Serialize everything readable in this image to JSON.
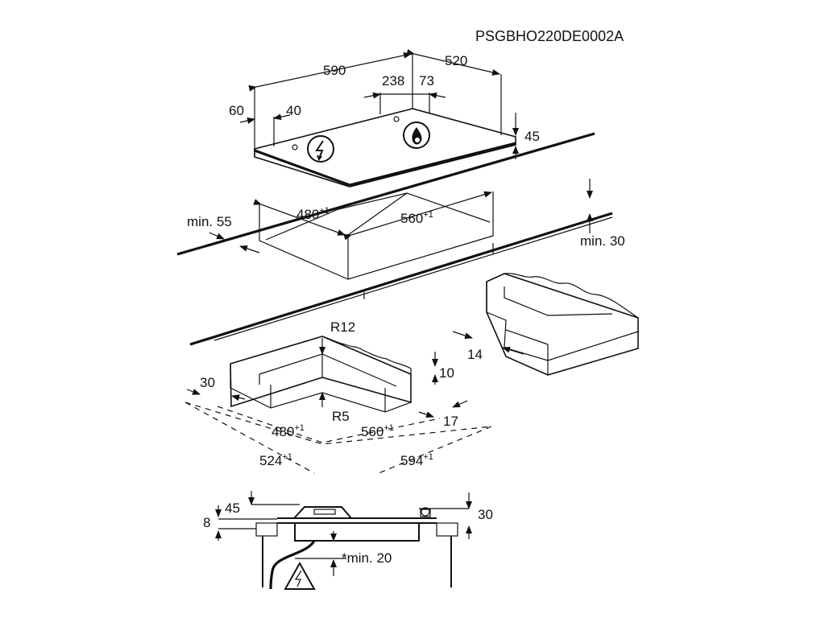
{
  "drawing_code": "PSGBHO220DE0002A",
  "hob": {
    "width": "590",
    "depth": "520",
    "offset_1": "238",
    "offset_2": "73",
    "edge_60": "60",
    "edge_40": "40",
    "height": "45",
    "icons": [
      "electric-connection-icon",
      "gas-flame-icon"
    ]
  },
  "cutout": {
    "clearance_front": "min. 55",
    "width": "480",
    "width_tol": "+1",
    "depth": "560",
    "depth_tol": "+1",
    "clearance_rear": "min. 30"
  },
  "frame": {
    "radius_outer": "R12",
    "radius_inner": "R5",
    "width_30": "30",
    "height_10": "10",
    "offset_17": "17",
    "inner_width": "480",
    "inner_width_tol": "+1",
    "inner_depth": "560",
    "inner_depth_tol": "+1",
    "outer_width": "524",
    "outer_width_tol": "+1",
    "outer_depth": "594",
    "outer_depth_tol": "+1",
    "rebate_14": "14"
  },
  "section": {
    "height_45": "45",
    "height_8": "8",
    "height_30": "30",
    "clearance": "*min. 20",
    "warning_icon": "high-voltage-warning-icon"
  },
  "colors": {
    "line": "#111111",
    "background": "#ffffff"
  }
}
